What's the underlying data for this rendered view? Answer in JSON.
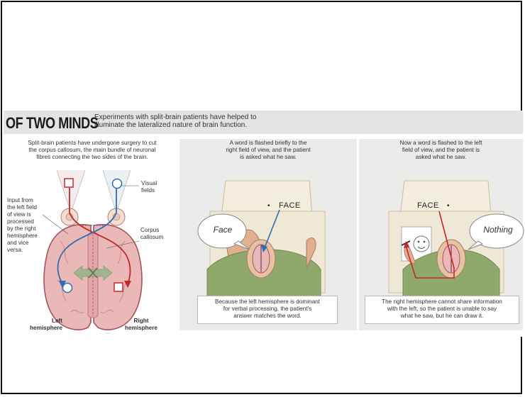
{
  "header": {
    "title": "OF TWO MINDS",
    "subtitle_line1": "Experiments with split-brain patients have helped to",
    "subtitle_line2": "illuminate the lateralized nature of brain function."
  },
  "panel1": {
    "caption_line1": "Split-brain patients have undergone surgery to cut",
    "caption_line2": "the corpus callosum, the main bundle of neuronal",
    "caption_line3": "fibres connecting the two sides of the brain.",
    "input_lines": [
      "Input from",
      "the left field",
      "of view is",
      "processed",
      "by the right",
      "hemisphere",
      "and vice",
      "versa."
    ],
    "visual_fields": [
      "Visual",
      "fields"
    ],
    "corpus_callosum": [
      "Corpus",
      "callosum"
    ],
    "left_hemisphere": [
      "Left",
      "hemisphere"
    ],
    "right_hemisphere": [
      "Right",
      "hemisphere"
    ]
  },
  "panel2": {
    "caption_line1": "A word is flashed briefly to the",
    "caption_line2": "right field of view, and the patient",
    "caption_line3": "is asked what he saw.",
    "screen_word": "FACE",
    "speech": "Face",
    "note_line1": "Because the left hemisphere is dominant",
    "note_line2": "for verbal processing, the patient's",
    "note_line3": "answer matches the word."
  },
  "panel3": {
    "caption_line1": "Now a word is flashed to the left",
    "caption_line2": "field of view, and the patient is",
    "caption_line3": "asked what he saw.",
    "screen_word": "FACE",
    "speech": "Nothing",
    "note_line1": "The right hemisphere cannot share information",
    "note_line2": "with the left, so the patient is unable to say",
    "note_line3": "what he saw, but he can draw it."
  },
  "colors": {
    "arrow_red": "#c0282d",
    "arrow_blue": "#2f6db5",
    "brain_pink": "#eab8b7",
    "brain_outline": "#a05560",
    "callosum_green": "#9bb48a",
    "desk": "#f0e8d6",
    "shirt_green": "#8fa96c"
  }
}
